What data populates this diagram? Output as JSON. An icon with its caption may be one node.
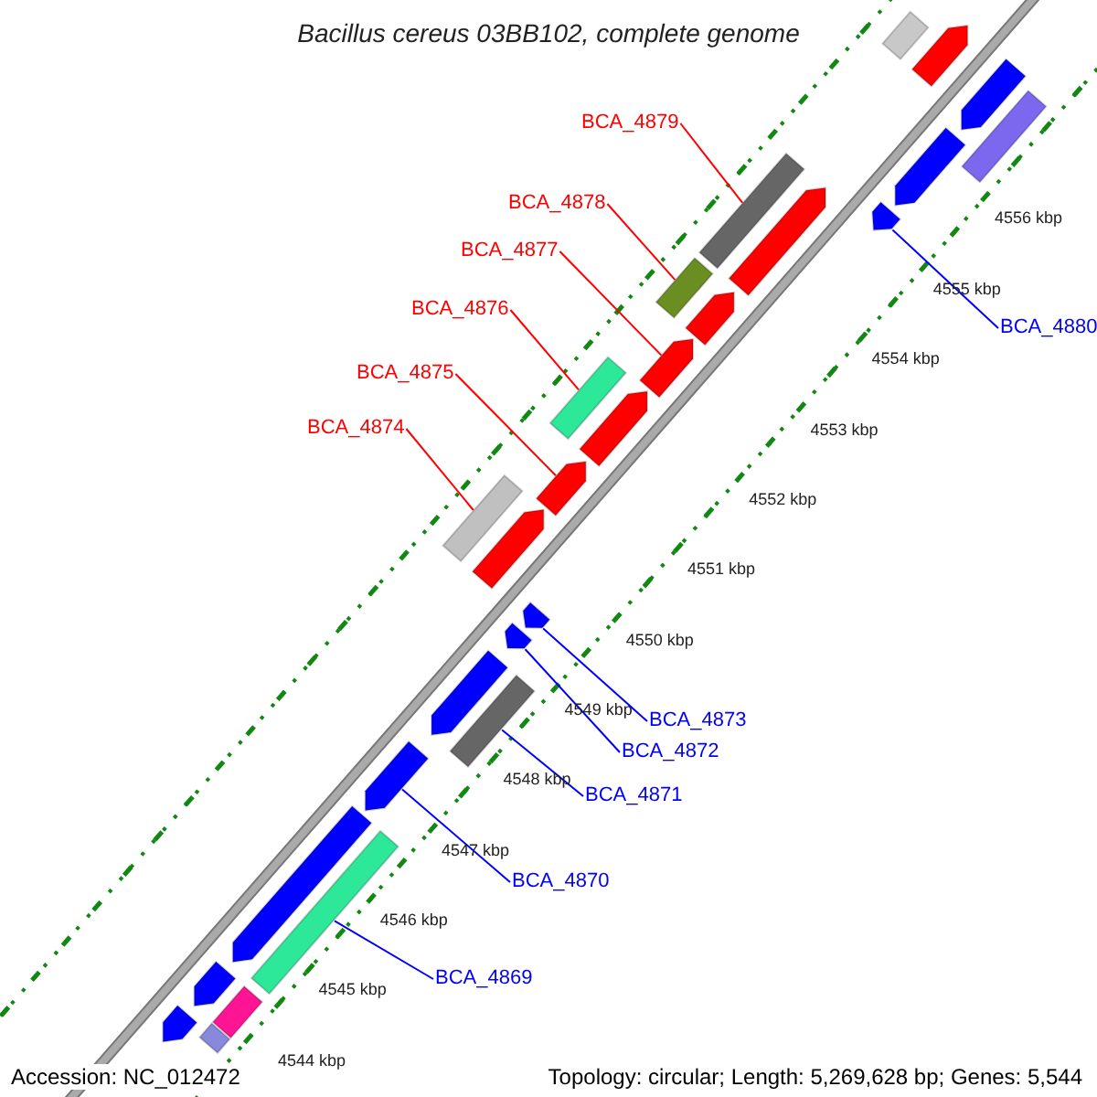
{
  "diagram": {
    "title": "Bacillus cereus 03BB102, complete genome",
    "nodes": [
      {
        "text": [
          "BCA_4879"
        ]
      },
      {
        "text": [
          "BCA_4878"
        ]
      },
      {
        "text": [
          "BCA_4877"
        ]
      },
      {
        "text": [
          "BCA_4876"
        ]
      },
      {
        "text": [
          "BCA_4875"
        ]
      },
      {
        "text": [
          "BCA_4874"
        ]
      },
      {
        "text": [
          "BCA_4880"
        ]
      },
      {
        "text": [
          "BCA_4873"
        ]
      },
      {
        "text": [
          "BCA_4872"
        ]
      },
      {
        "text": [
          "BCA_4871"
        ]
      },
      {
        "text": [
          "BCA_4870"
        ]
      },
      {
        "text": [
          "BCA_4869"
        ]
      },
      {
        "text": [],
        "shape": "bar"
      },
      {
        "text": [],
        "shape": "bar"
      },
      {
        "text": [],
        "shape": "bar"
      },
      {
        "text": [],
        "shape": "bar"
      },
      {
        "text": [],
        "shape": "bar"
      },
      {
        "text": [],
        "shape": "bar"
      },
      {
        "text": [],
        "shape": "bar"
      },
      {
        "text": [],
        "shape": "bar"
      },
      {
        "text": [],
        "shape": "bar"
      },
      {
        "text": [],
        "shape": "bar"
      },
      {
        "text": [],
        "shape": "bar"
      },
      {
        "text": [],
        "shape": "bar"
      },
      {
        "text": [],
        "shape": "bar"
      },
      {
        "text": [],
        "shape": "bar"
      },
      {
        "text": [],
        "shape": "bar"
      },
      {
        "text": [],
        "shape": "bar"
      },
      {
        "text": [],
        "shape": "bar"
      },
      {
        "text": [],
        "shape": "bar"
      },
      {
        "text": [],
        "shape": "bar"
      },
      {
        "text": [],
        "shape": "bar"
      },
      {
        "text": [],
        "shape": "bar"
      },
      {
        "text": [],
        "shape": "bar"
      },
      {
        "text": [],
        "shape": "bar"
      },
      {
        "text": [],
        "shape": "bar"
      },
      {
        "text": [],
        "shape": "bar"
      },
      {
        "text": [],
        "shape": "bar"
      },
      {
        "text": [],
        "shape": "bar"
      }
    ],
    "edges": [
      {
        "from": 0,
        "to": 17,
        "arrow": "none",
        "color": "#ff0000"
      },
      {
        "from": 1,
        "to": 20,
        "arrow": "none",
        "color": "#ff0000"
      },
      {
        "from": 2,
        "to": 22,
        "arrow": "none",
        "color": "#ff0000"
      },
      {
        "from": 3,
        "to": 23,
        "arrow": "none",
        "color": "#ff0000"
      },
      {
        "from": 4,
        "to": 25,
        "arrow": "none",
        "color": "#ff0000"
      },
      {
        "from": 5,
        "to": 26,
        "arrow": "none",
        "color": "#ff0000"
      },
      {
        "from": 6,
        "to": 18,
        "arrow": "none",
        "color": "#0000ff"
      },
      {
        "from": 7,
        "to": 28,
        "arrow": "none",
        "color": "#0000ff"
      },
      {
        "from": 8,
        "to": 29,
        "arrow": "none",
        "color": "#0000ff"
      },
      {
        "from": 9,
        "to": 31,
        "arrow": "none",
        "color": "#0000ff"
      },
      {
        "from": 10,
        "to": 32,
        "arrow": "none",
        "color": "#0000ff"
      },
      {
        "from": 11,
        "to": 34,
        "arrow": "none",
        "color": "#0000ff"
      }
    ],
    "labels": [
      "4556 kbp",
      "4555 kbp",
      "4554 kbp",
      "4553 kbp",
      "4552 kbp",
      "4551 kbp",
      "4550 kbp",
      "4549 kbp",
      "4548 kbp",
      "4547 kbp",
      "4546 kbp",
      "4545 kbp",
      "4544 kbp",
      "Accession: NC_012472",
      "Topology: circular; Length: 5,269,628 bp; Genes: 5,544"
    ]
  }
}
